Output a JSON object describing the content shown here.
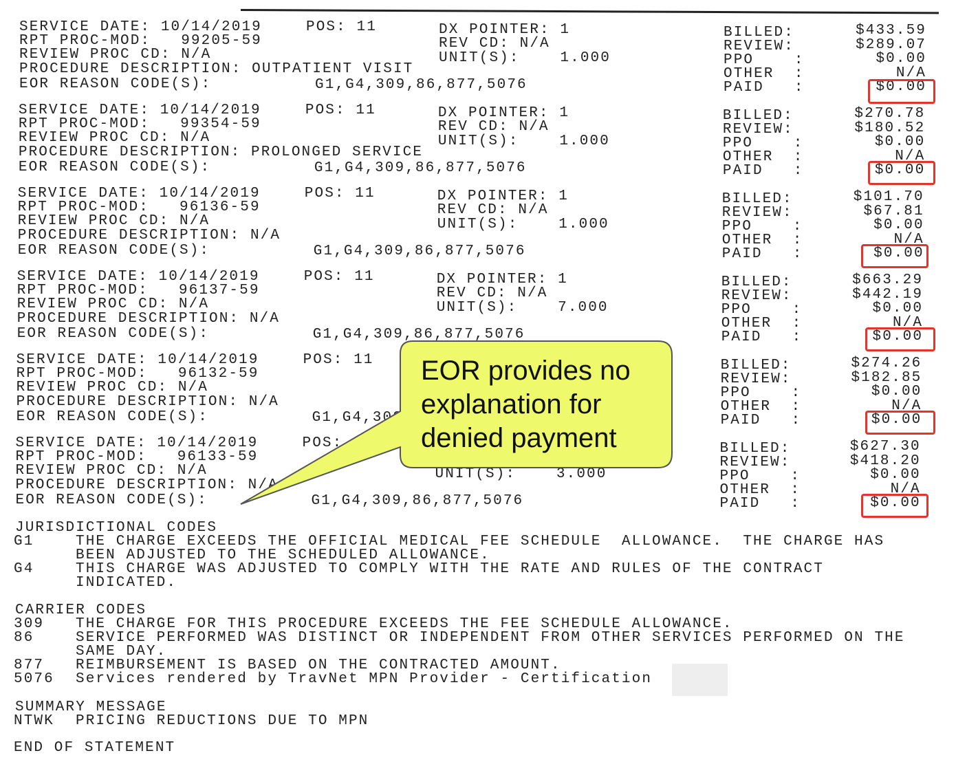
{
  "records": [
    {
      "service_date": "SERVICE DATE: 10/14/2019",
      "pos": "POS: 11",
      "proc_mod": "RPT PROC-MOD:   99205-59",
      "review_proc": "REVIEW PROC CD: N/A",
      "description": "PROCEDURE DESCRIPTION: OUTPATIENT VISIT",
      "eor_label": "EOR REASON CODE(S):",
      "eor_codes": "G1,G4,309,86,877,5076",
      "dx_pointer": "DX POINTER: 1",
      "rev_cd": "REV CD: N/A",
      "units": "UNIT(S):    1.000",
      "billed": "$433.59",
      "review": "$289.07",
      "ppo": "$0.00",
      "other": "N/A",
      "paid": "$0.00"
    },
    {
      "service_date": "SERVICE DATE: 10/14/2019",
      "pos": "POS: 11",
      "proc_mod": "RPT PROC-MOD:   99354-59",
      "review_proc": "REVIEW PROC CD: N/A",
      "description": "PROCEDURE DESCRIPTION: PROLONGED SERVICE",
      "eor_label": "EOR REASON CODE(S):",
      "eor_codes": "G1,G4,309,86,877,5076",
      "dx_pointer": "DX POINTER: 1",
      "rev_cd": "REV CD: N/A",
      "units": "UNIT(S):    1.000",
      "billed": "$270.78",
      "review": "$180.52",
      "ppo": "$0.00",
      "other": "N/A",
      "paid": "$0.00"
    },
    {
      "service_date": "SERVICE DATE: 10/14/2019",
      "pos": "POS: 11",
      "proc_mod": "RPT PROC-MOD:   96136-59",
      "review_proc": "REVIEW PROC CD: N/A",
      "description": "PROCEDURE DESCRIPTION: N/A",
      "eor_label": "EOR REASON CODE(S):",
      "eor_codes": "G1,G4,309,86,877,5076",
      "dx_pointer": "DX POINTER: 1",
      "rev_cd": "REV CD: N/A",
      "units": "UNIT(S):    1.000",
      "billed": "$101.70",
      "review": "$67.81",
      "ppo": "$0.00",
      "other": "N/A",
      "paid": "$0.00"
    },
    {
      "service_date": "SERVICE DATE: 10/14/2019",
      "pos": "POS: 11",
      "proc_mod": "RPT PROC-MOD:   96137-59",
      "review_proc": "REVIEW PROC CD: N/A",
      "description": "PROCEDURE DESCRIPTION: N/A",
      "eor_label": "EOR REASON CODE(S):",
      "eor_codes": "G1,G4,309,86,877,5076",
      "dx_pointer": "DX POINTER: 1",
      "rev_cd": "REV CD: N/A",
      "units": "UNIT(S):    7.000",
      "billed": "$663.29",
      "review": "$442.19",
      "ppo": "$0.00",
      "other": "N/A",
      "paid": "$0.00"
    },
    {
      "service_date": "SERVICE DATE: 10/14/2019",
      "pos": "POS: 11",
      "proc_mod": "RPT PROC-MOD:   96132-59",
      "review_proc": "REVIEW PROC CD: N/A",
      "description": "PROCEDURE DESCRIPTION: N/A",
      "eor_label": "EOR REASON CODE(S):",
      "eor_codes": "G1,G4,309",
      "billed": "$274.26",
      "review": "$182.85",
      "ppo": "$0.00",
      "other": "N/A",
      "paid": "$0.00"
    },
    {
      "service_date": "SERVICE DATE: 10/14/2019",
      "pos": "POS:",
      "proc_mod": "RPT PROC-MOD:   96133-59",
      "review_proc": "REVIEW PROC CD: N/A",
      "description": "PROCEDURE DESCRIPTION: N/A",
      "eor_label": "EOR REASON CODE(S):",
      "eor_codes": "G1,G4,309,86,877,5076",
      "units": "UNIT(S):    3.000",
      "billed": "$627.30",
      "review": "$418.20",
      "ppo": "$0.00",
      "other": "N/A",
      "paid": "$0.00"
    }
  ],
  "amount_labels": {
    "billed": "BILLED:",
    "review": "REVIEW:",
    "ppo": "PPO    :",
    "other": "OTHER  :",
    "paid": "PAID   :"
  },
  "jurisdictional": {
    "heading": "JURISDICTIONAL CODES",
    "items": [
      {
        "code": "G1",
        "lines": [
          "THE CHARGE EXCEEDS THE OFFICIAL MEDICAL FEE SCHEDULE  ALLOWANCE.  THE CHARGE HAS",
          "BEEN ADJUSTED TO THE SCHEDULED ALLOWANCE."
        ]
      },
      {
        "code": "G4",
        "lines": [
          "THIS CHARGE WAS ADJUSTED TO COMPLY WITH THE RATE AND RULES OF THE CONTRACT",
          "INDICATED."
        ]
      }
    ]
  },
  "carrier": {
    "heading": "CARRIER CODES",
    "items": [
      {
        "code": "309",
        "lines": [
          "THE CHARGE FOR THIS PROCEDURE EXCEEDS THE FEE SCHEDULE ALLOWANCE."
        ]
      },
      {
        "code": "86",
        "lines": [
          "SERVICE PERFORMED WAS DISTINCT OR INDEPENDENT FROM OTHER SERVICES PERFORMED ON THE",
          "SAME DAY."
        ]
      },
      {
        "code": "877",
        "lines": [
          "REIMBURSEMENT IS BASED ON THE CONTRACTED AMOUNT."
        ]
      },
      {
        "code": "5076",
        "lines": [
          "Services rendered by TravNet MPN Provider - Certification"
        ]
      }
    ]
  },
  "summary": {
    "heading": "SUMMARY MESSAGE",
    "items": [
      {
        "code": "NTWK",
        "lines": [
          "PRICING REDUCTIONS DUE TO MPN"
        ]
      }
    ]
  },
  "end_text": "END OF STATEMENT",
  "callout": {
    "text": "EOR provides no\nexplanation for\ndenied payment",
    "fill": "#eefa6c",
    "border": "#555555"
  },
  "highlight_color": "#e2352b"
}
